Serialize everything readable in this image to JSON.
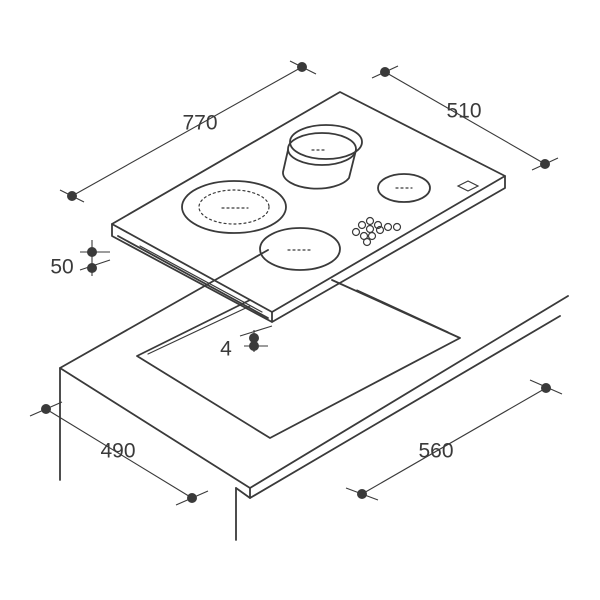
{
  "dimensions": {
    "hob_width": "770",
    "hob_depth": "510",
    "hob_height": "50",
    "clearance": "4",
    "cutout_depth": "490",
    "cutout_width": "560"
  },
  "colors": {
    "line": "#3a3a3a",
    "background": "#ffffff"
  }
}
